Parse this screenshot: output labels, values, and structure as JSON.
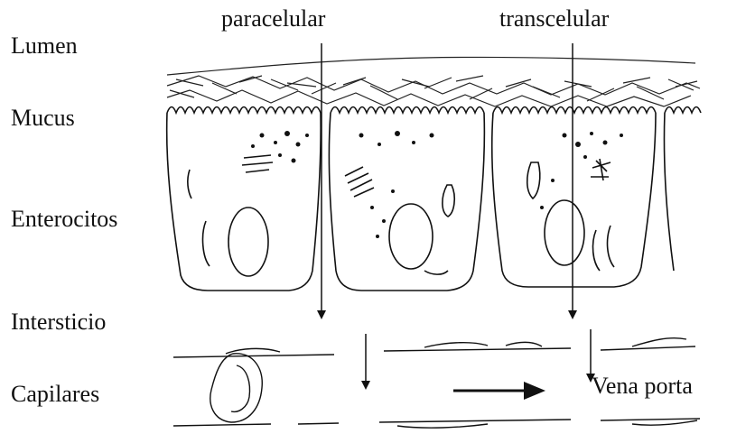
{
  "labels": {
    "lumen": "Lumen",
    "mucus": "Mucus",
    "enterocitos": "Enterocitos",
    "intersticio": "Intersticio",
    "capilares": "Capilares"
  },
  "routes": {
    "paracellular": "paracelular",
    "transcellular": "transcelular"
  },
  "flow": {
    "portal_vein": "Vena porta"
  }
}
